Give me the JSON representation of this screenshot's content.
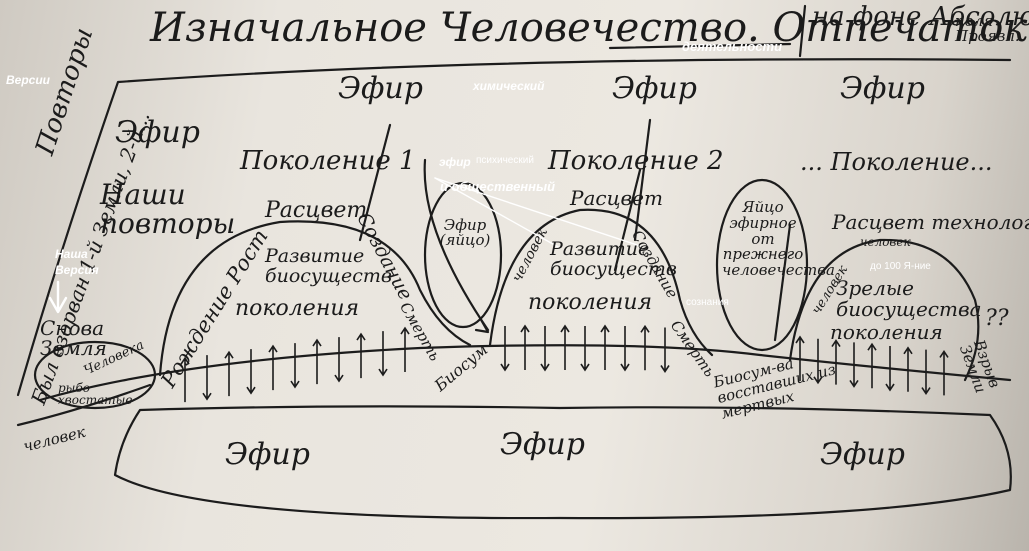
{
  "title": "Изначальное Человечество. Отпечаток",
  "title_right": "на фоне Абсолюта",
  "title_right_2": "поля Проявл.",
  "overlay_activity": "деятельности",
  "overlay_versions": "Версии",
  "overlay_our_version_1": "Наша",
  "overlay_our_version_2": "Версия",
  "overlay_chemical": "химический",
  "overlay_ether_word": "эфир",
  "overlay_psychic": "психический",
  "overlay_social": "и общественный",
  "overlay_consciousness": "сознания",
  "overlay_ya_before_100": "до 100 Я-ние",
  "ether": "Эфир",
  "ether_egg": "Эфир (яйцо)",
  "generation_1": "Поколение 1",
  "generation_2": "Поколение 2",
  "generation_n": "... Поколение...",
  "repeats_of": "Повторы",
  "earth_was_burst": "Был взорван 1-й Земли, 2-й...",
  "our_repeats": "Наши повторы",
  "again_earth": "Снова Земля",
  "humanity_label": "Человека",
  "fish_tail": "рыбо хвостатые",
  "birth_growth": "Рождение Рост",
  "dawn": "Расцвет",
  "development_biosushchestv": "Развитие биосуществ",
  "generations": "поколения",
  "creation": "Создание",
  "death": "Смерть",
  "biosum": "Биосум",
  "person": "человек",
  "new_egg": "Яйцо эфирное от прежнего человечества",
  "biosum_restoring": "Биосум-ва восставших из мертвых",
  "dawn_technology": "Расцвет технологий",
  "mature_biosushchestv": "Зрелые биосущества",
  "explosion_earth": "Взрыв Земли",
  "question_marks": "??"
}
